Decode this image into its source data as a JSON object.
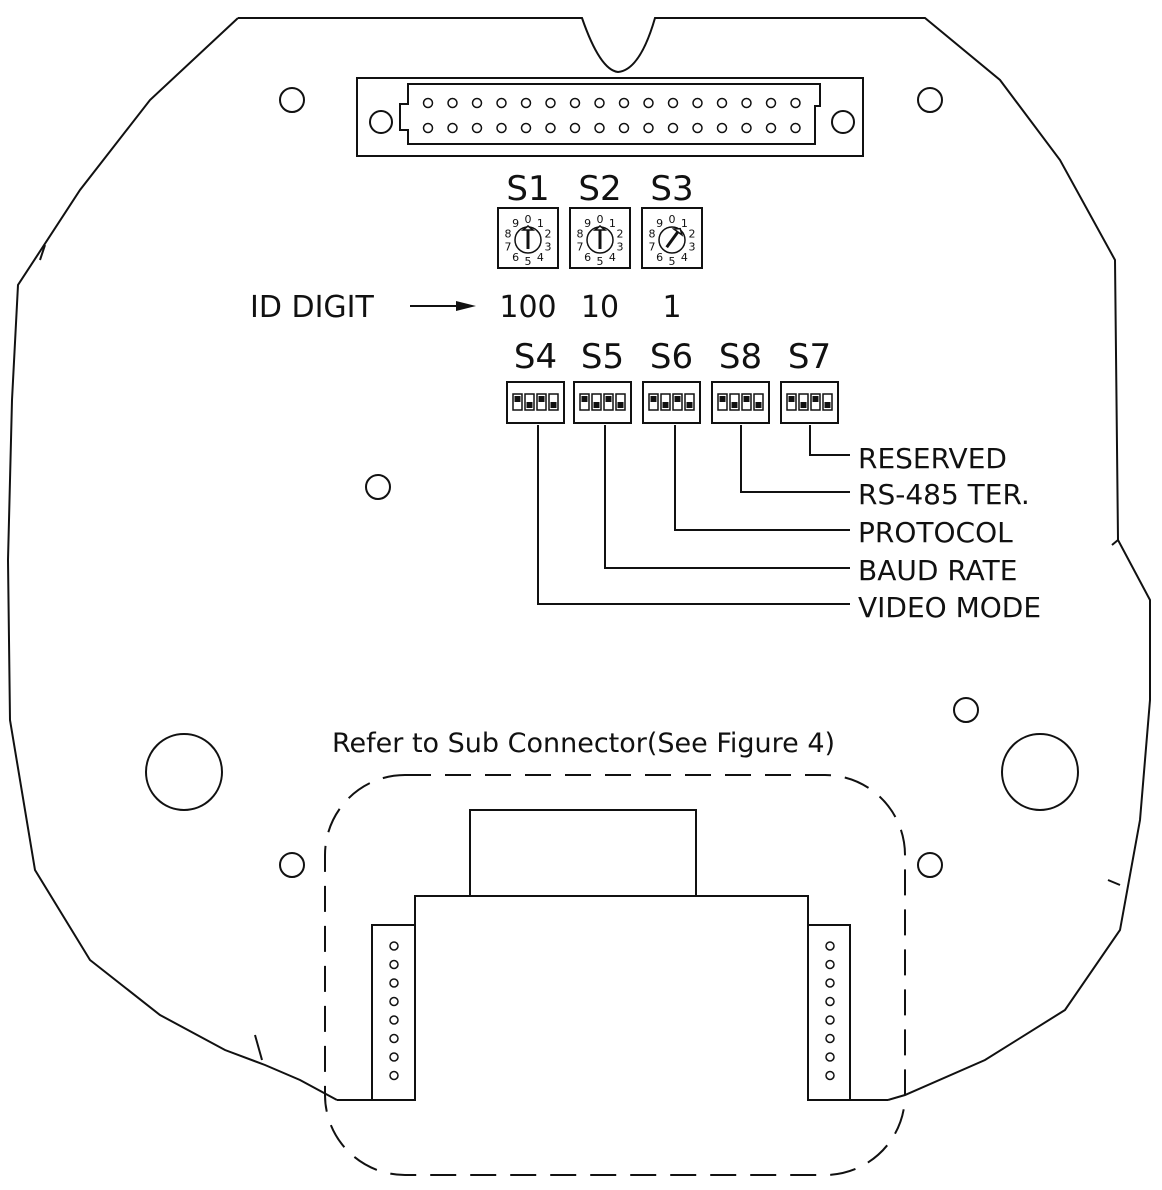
{
  "rotary_switches": [
    {
      "name": "S1",
      "digit": "100",
      "dial_digits": [
        "0",
        "1",
        "2",
        "3",
        "4",
        "5",
        "6",
        "7",
        "8",
        "9"
      ],
      "pointer": "0"
    },
    {
      "name": "S2",
      "digit": "10",
      "dial_digits": [
        "0",
        "1",
        "2",
        "3",
        "4",
        "5",
        "6",
        "7",
        "8",
        "9"
      ],
      "pointer": "0"
    },
    {
      "name": "S3",
      "digit": "1",
      "dial_digits": [
        "0",
        "1",
        "2",
        "3",
        "4",
        "5",
        "6",
        "7",
        "8",
        "9"
      ],
      "pointer": "1"
    }
  ],
  "id_digit_label": "ID DIGIT",
  "dip_switches": [
    {
      "name": "S4",
      "function": "VIDEO MODE"
    },
    {
      "name": "S5",
      "function": "BAUD RATE"
    },
    {
      "name": "S6",
      "function": "PROTOCOL"
    },
    {
      "name": "S8",
      "function": "RS-485 TER."
    },
    {
      "name": "S7",
      "function": "RESERVED"
    }
  ],
  "sub_connector_note": "Refer to Sub Connector(See Figure 4)",
  "main_connector_pins_per_row": 16,
  "side_connector_pins": 8
}
